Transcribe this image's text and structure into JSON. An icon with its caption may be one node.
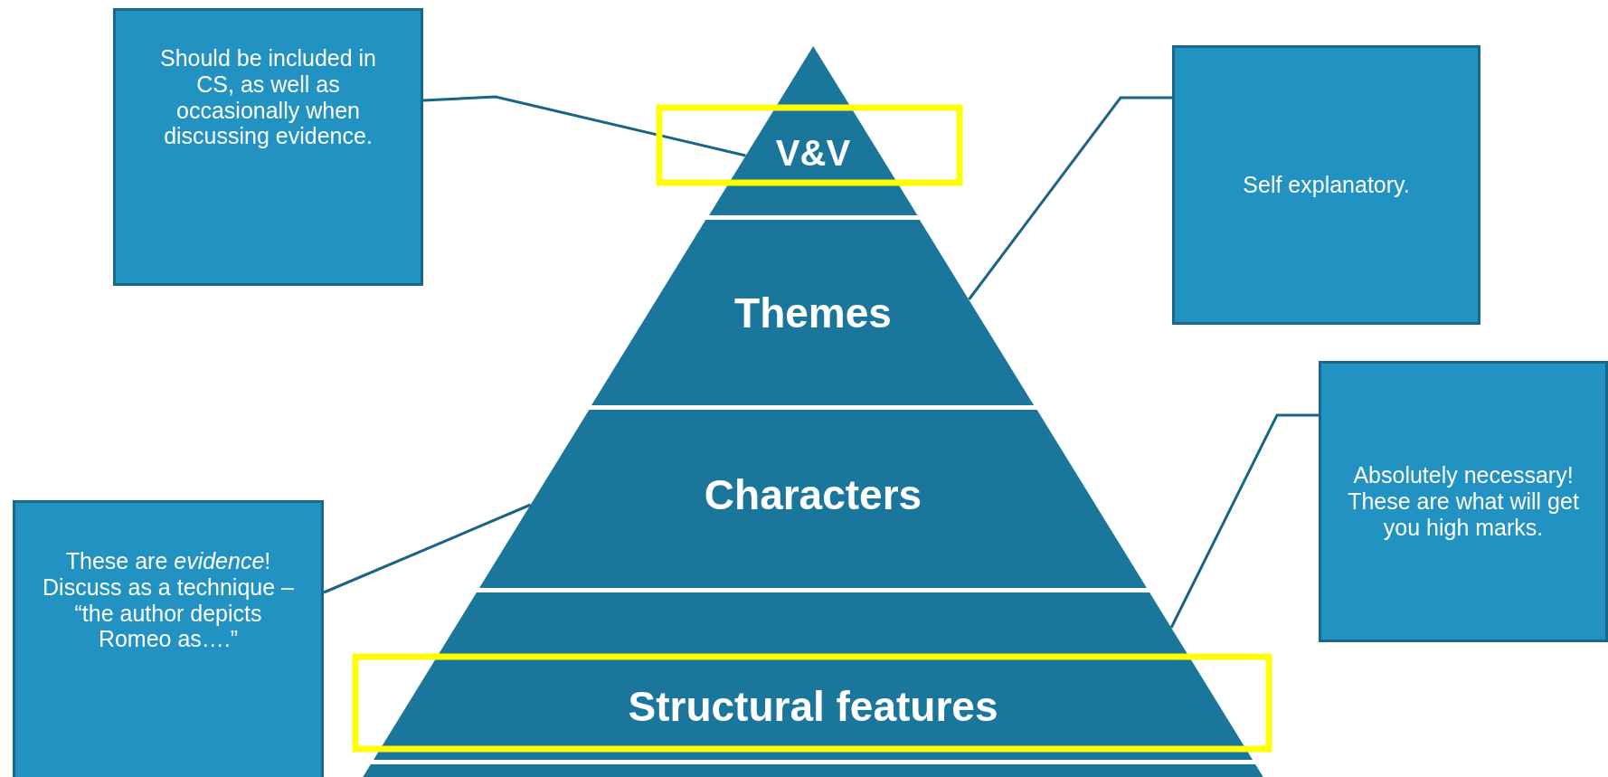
{
  "diagram": {
    "nodes": [
      {
        "text": [
          "Should be included in CS, as well as occasionally when discussing evidence."
        ]
      },
      {
        "text": [
          "V&V"
        ]
      },
      {
        "text": [
          "Self explanatory."
        ]
      },
      {
        "text": [
          "Themes"
        ]
      },
      {
        "text": [
          "Absolutely necessary! These are what will get you high marks."
        ]
      },
      {
        "text": [
          "Characters"
        ]
      },
      {
        "text": [
          "These are *evidence*! Discuss as a technique – “the author depicts Romeo as….”"
        ]
      },
      {
        "text": [
          "Structural features"
        ]
      },
      {
        "text": [],
        "shape": "trapezoid"
      }
    ],
    "edges": [
      {
        "from": 0,
        "to": 1,
        "arrow": "none"
      },
      {
        "from": 2,
        "to": 3,
        "arrow": "none"
      },
      {
        "from": 4,
        "to": 7,
        "arrow": "none"
      },
      {
        "from": 6,
        "to": 5,
        "arrow": "none"
      }
    ]
  }
}
